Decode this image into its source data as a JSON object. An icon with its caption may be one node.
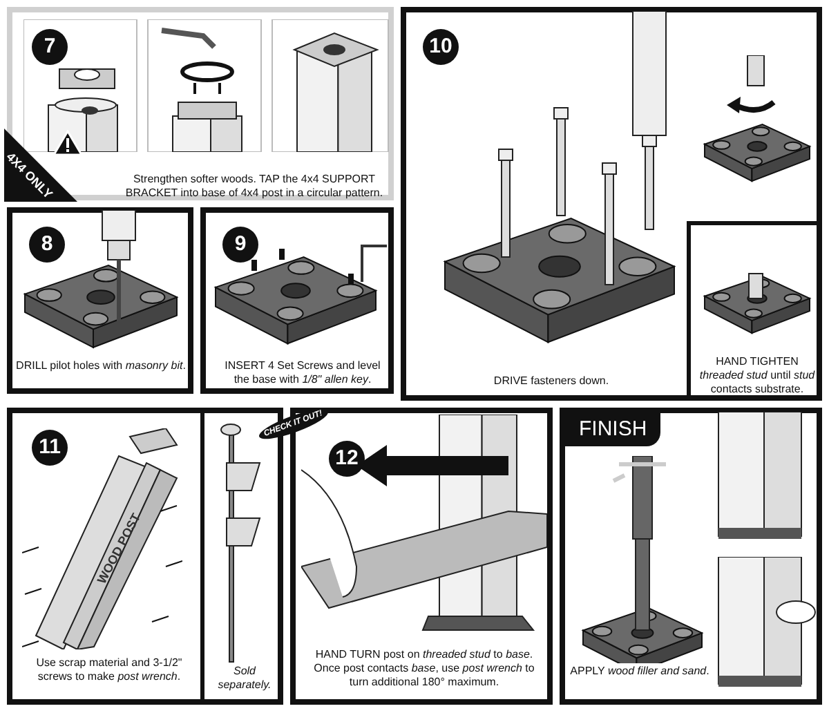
{
  "diagram": {
    "nodes": [
      {
        "text": [
          "7",
          "Strengthen softer woods. TAP the 4x4 SUPPORT BRACKET into base of 4x4 post in a circular pattern."
        ]
      },
      {
        "text": [
          "8",
          "DRILL pilot holes with *masonry bit*."
        ]
      },
      {
        "text": [
          "9",
          "INSERT 4 Set Screws and level the base with *1/8\" allen key*."
        ]
      },
      {
        "text": [
          "10",
          "DRIVE fasteners down."
        ]
      },
      {
        "text": [
          "HAND TIGHTEN *threaded stud* until *stud* contacts substrate."
        ],
        "in": 3
      },
      {
        "text": [
          "11",
          "Use scrap material and 3-1/2\" screws to make *post wrench*."
        ]
      },
      {
        "text": [
          "*Sold separately.*"
        ],
        "in": 5
      },
      {
        "text": [
          "12",
          "HAND TURN post on *threaded stud* to *base*. Once post contacts *base*, use *post wrench* to turn additional 180° maximum."
        ]
      },
      {
        "text": [
          "FINISH",
          "APPLY *wood filler and sand*."
        ]
      }
    ],
    "labels": [
      "4X4 ONLY",
      "WOOD POST",
      "CHECK IT OUT!"
    ]
  }
}
